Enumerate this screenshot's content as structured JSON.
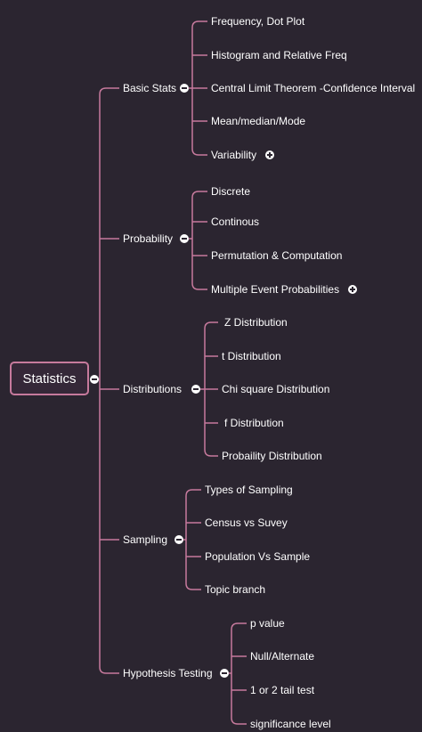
{
  "root": {
    "label": "Statistics"
  },
  "branches": [
    {
      "label": "Basic Stats",
      "children": [
        {
          "label": "Frequency, Dot Plot"
        },
        {
          "label": "Histogram and Relative Freq"
        },
        {
          "label": "Central Limit Theorem -Confidence Interval"
        },
        {
          "label": "Mean/median/Mode"
        },
        {
          "label": "Variability"
        }
      ]
    },
    {
      "label": "Probability",
      "children": [
        {
          "label": "Discrete"
        },
        {
          "label": "Continous"
        },
        {
          "label": "Permutation & Computation"
        },
        {
          "label": "Multiple Event Probabilities"
        }
      ]
    },
    {
      "label": "Distributions",
      "children": [
        {
          "label": "Z Distribution"
        },
        {
          "label": "t Distribution"
        },
        {
          "label": "Chi square Distribution"
        },
        {
          "label": "f Distribution"
        },
        {
          "label": "Probaility Distribution"
        }
      ]
    },
    {
      "label": "Sampling",
      "children": [
        {
          "label": "Types of Sampling"
        },
        {
          "label": "Census vs Suvey"
        },
        {
          "label": "Population Vs Sample"
        },
        {
          "label": "Topic branch"
        }
      ]
    },
    {
      "label": "Hypothesis Testing",
      "children": [
        {
          "label": "p value"
        },
        {
          "label": "Null/Alternate"
        },
        {
          "label": "1 or 2 tail test"
        },
        {
          "label": "significance level"
        }
      ]
    }
  ],
  "colors": {
    "background": "#2b2530",
    "connector": "#c77a9d",
    "root_border": "#c77a9d",
    "text": "#ffffff"
  },
  "icons": {
    "collapse": "minus-circle-icon",
    "expand": "plus-circle-icon"
  }
}
